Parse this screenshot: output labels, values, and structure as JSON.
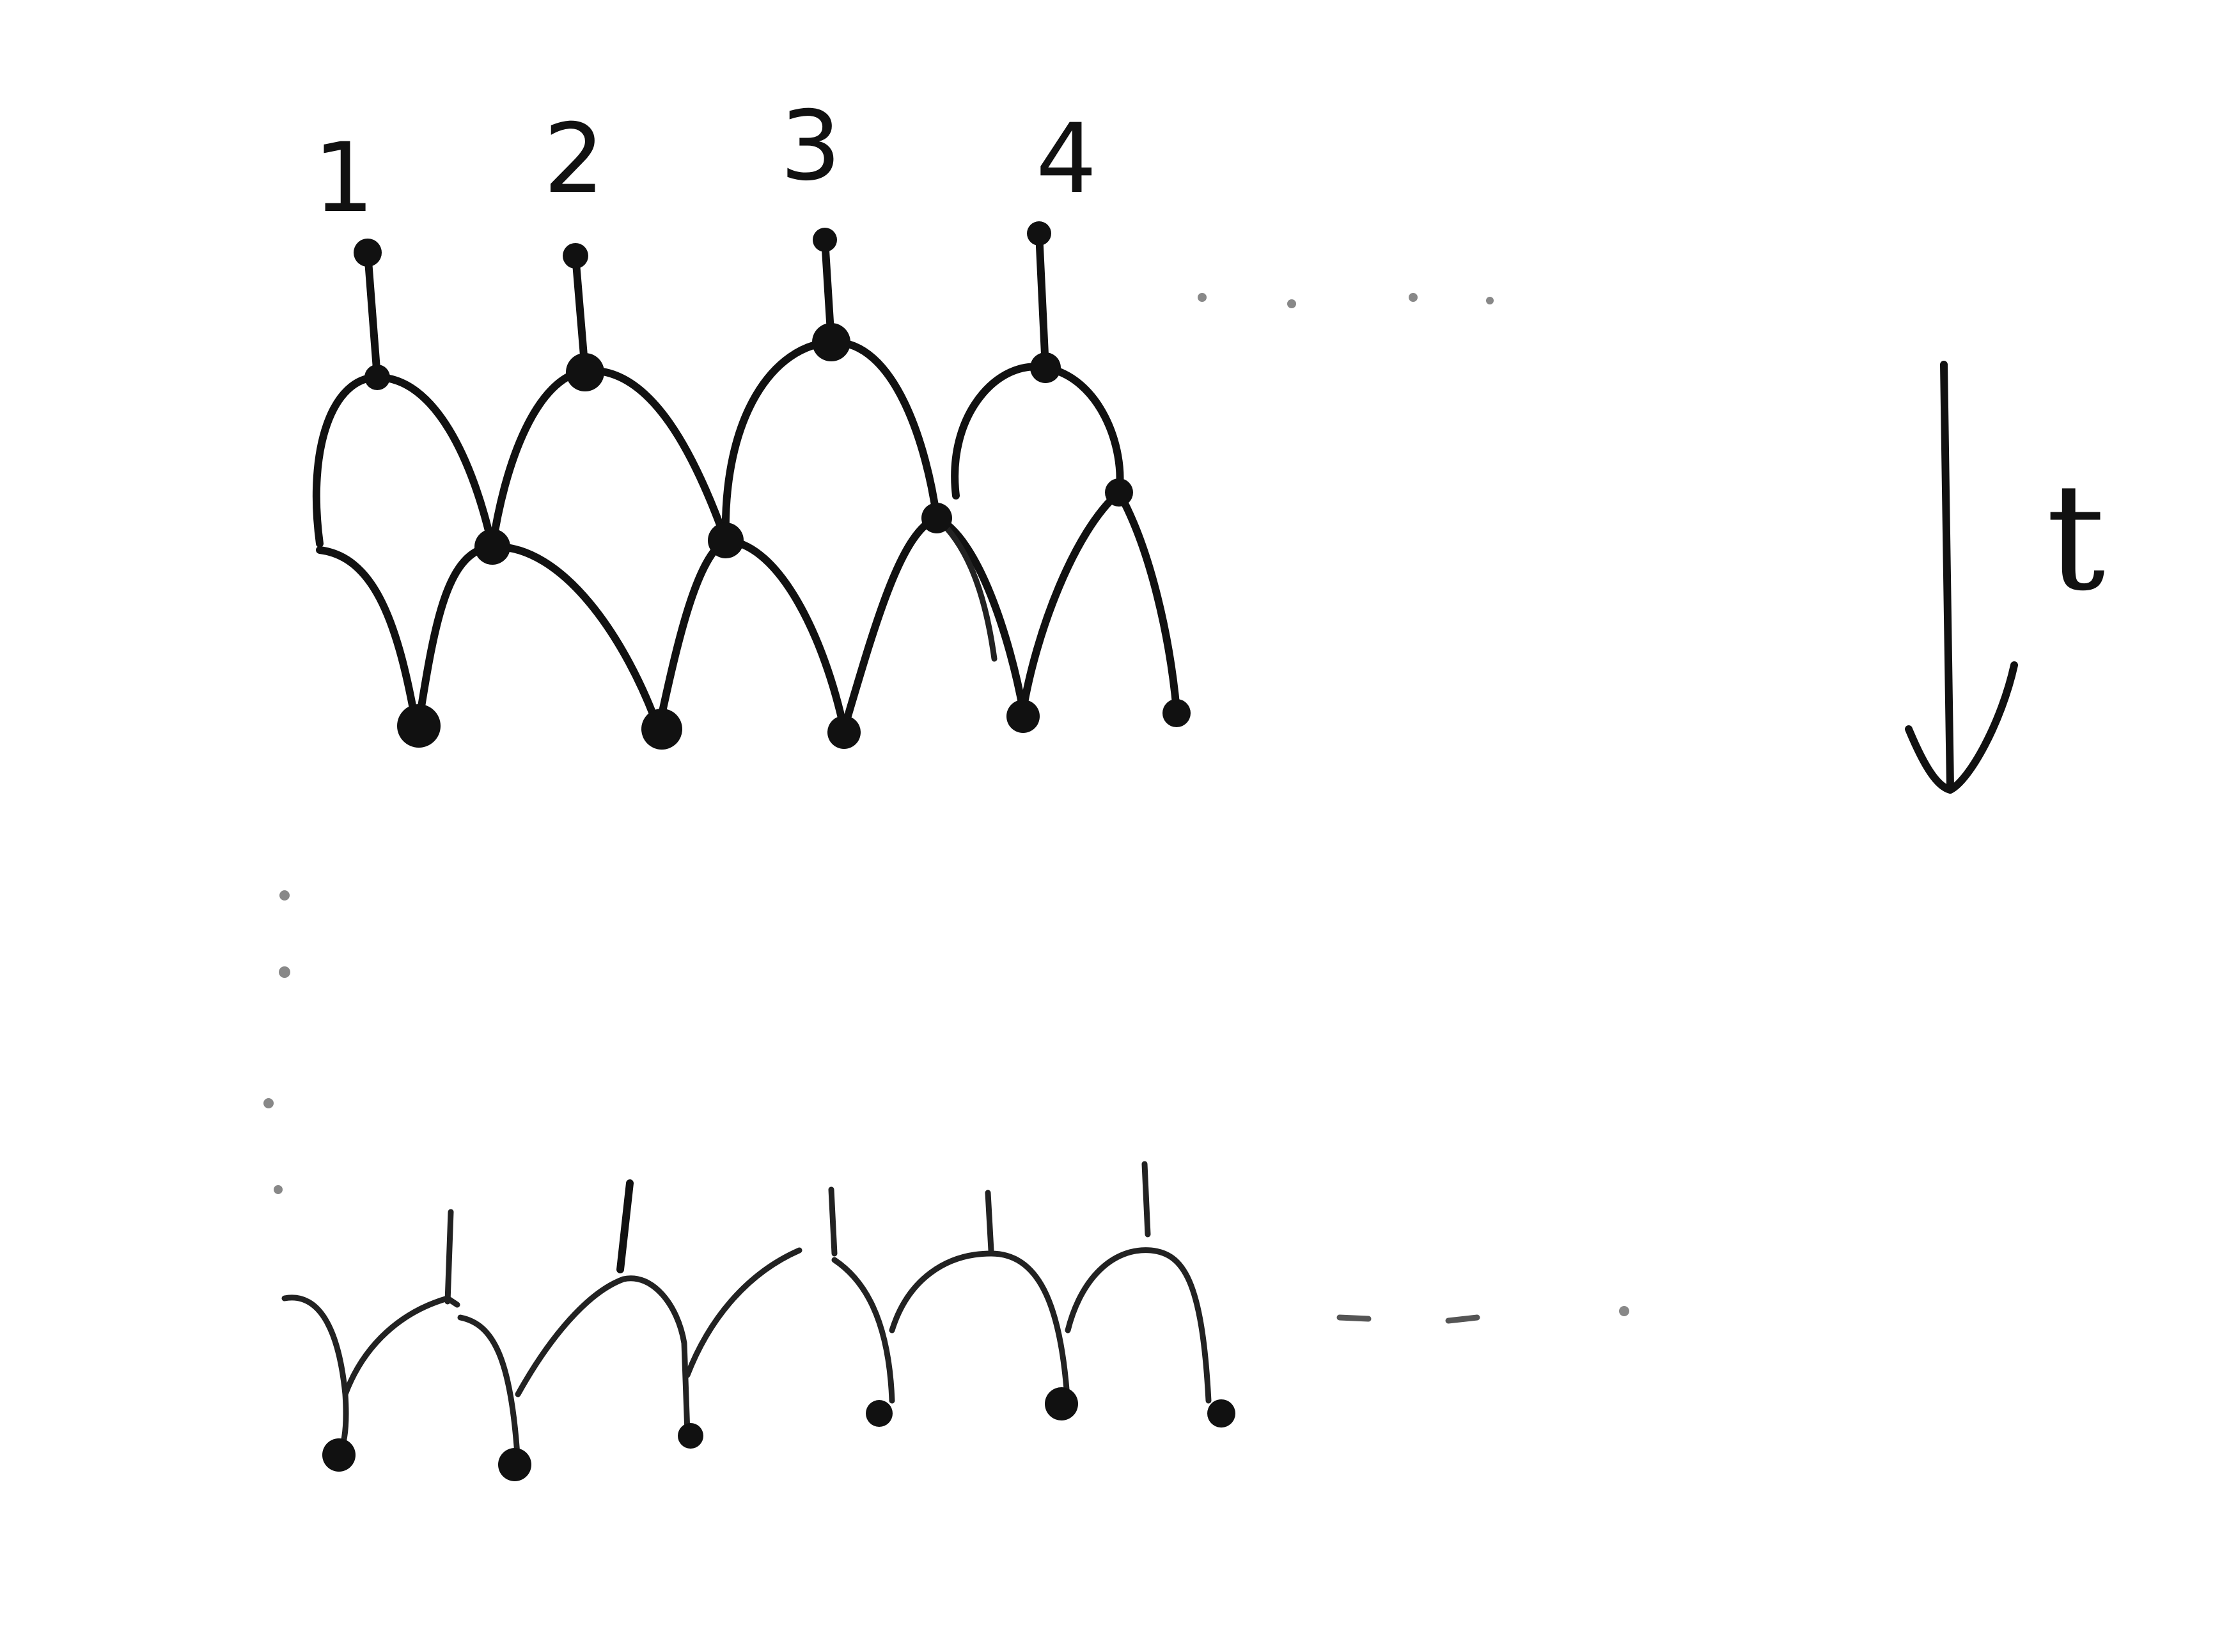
{
  "diagram": {
    "column_labels": [
      "1",
      "2",
      "3",
      "4"
    ],
    "time_label": "t"
  },
  "colors": {
    "ink": "#111111",
    "continuation_dots": "#888888",
    "background": "#ffffff"
  }
}
